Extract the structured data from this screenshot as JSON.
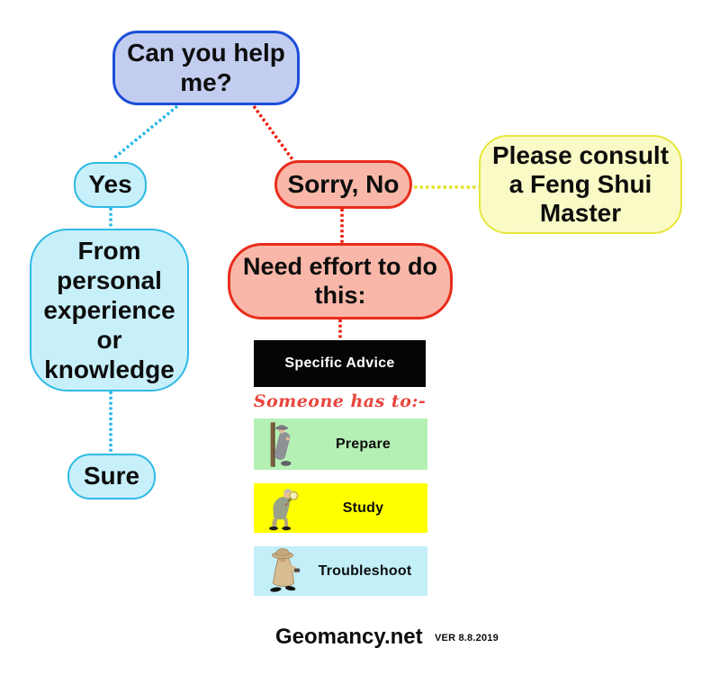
{
  "nodes": {
    "can_you_help": {
      "label": "Can you help me?"
    },
    "yes": {
      "label": "Yes"
    },
    "sorry_no": {
      "label": "Sorry, No"
    },
    "consult_master": {
      "label": "Please consult a Feng Shui Master"
    },
    "from_personal": {
      "label": "From personal experience or knowledge"
    },
    "sure": {
      "label": "Sure"
    },
    "need_effort": {
      "label": "Need effort to do this:"
    },
    "specific_advice": {
      "label": "Specific Advice"
    },
    "someone_has_to": {
      "label": "Someone has to:-"
    }
  },
  "tasks": [
    {
      "label": "Prepare",
      "icon": "leaning-man-icon",
      "bg": "#b4f0b4"
    },
    {
      "label": "Study",
      "icon": "magnifying-glass-man-icon",
      "bg": "#ffff00"
    },
    {
      "label": "Troubleshoot",
      "icon": "detective-icon",
      "bg": "#c2eff8"
    }
  ],
  "colors": {
    "blue_node_fill": "#c3cdf0",
    "blue_node_border": "#1e4ed8",
    "cyan_node_fill": "#c8f0fa",
    "cyan_node_border": "#30bae6",
    "red_node_fill": "#f8b7a9",
    "red_node_border": "#e92d1c",
    "yellow_node_fill": "#fafac6",
    "yellow_node_border": "#e6e63c",
    "connector_cyan": "#29b8e8",
    "connector_red": "#ee1c0c",
    "connector_yellow": "#e3e32a",
    "script_text_red": "#e8453c"
  },
  "footer": {
    "brand": "Geomancy.net",
    "version": "VER 8.8.2019"
  }
}
